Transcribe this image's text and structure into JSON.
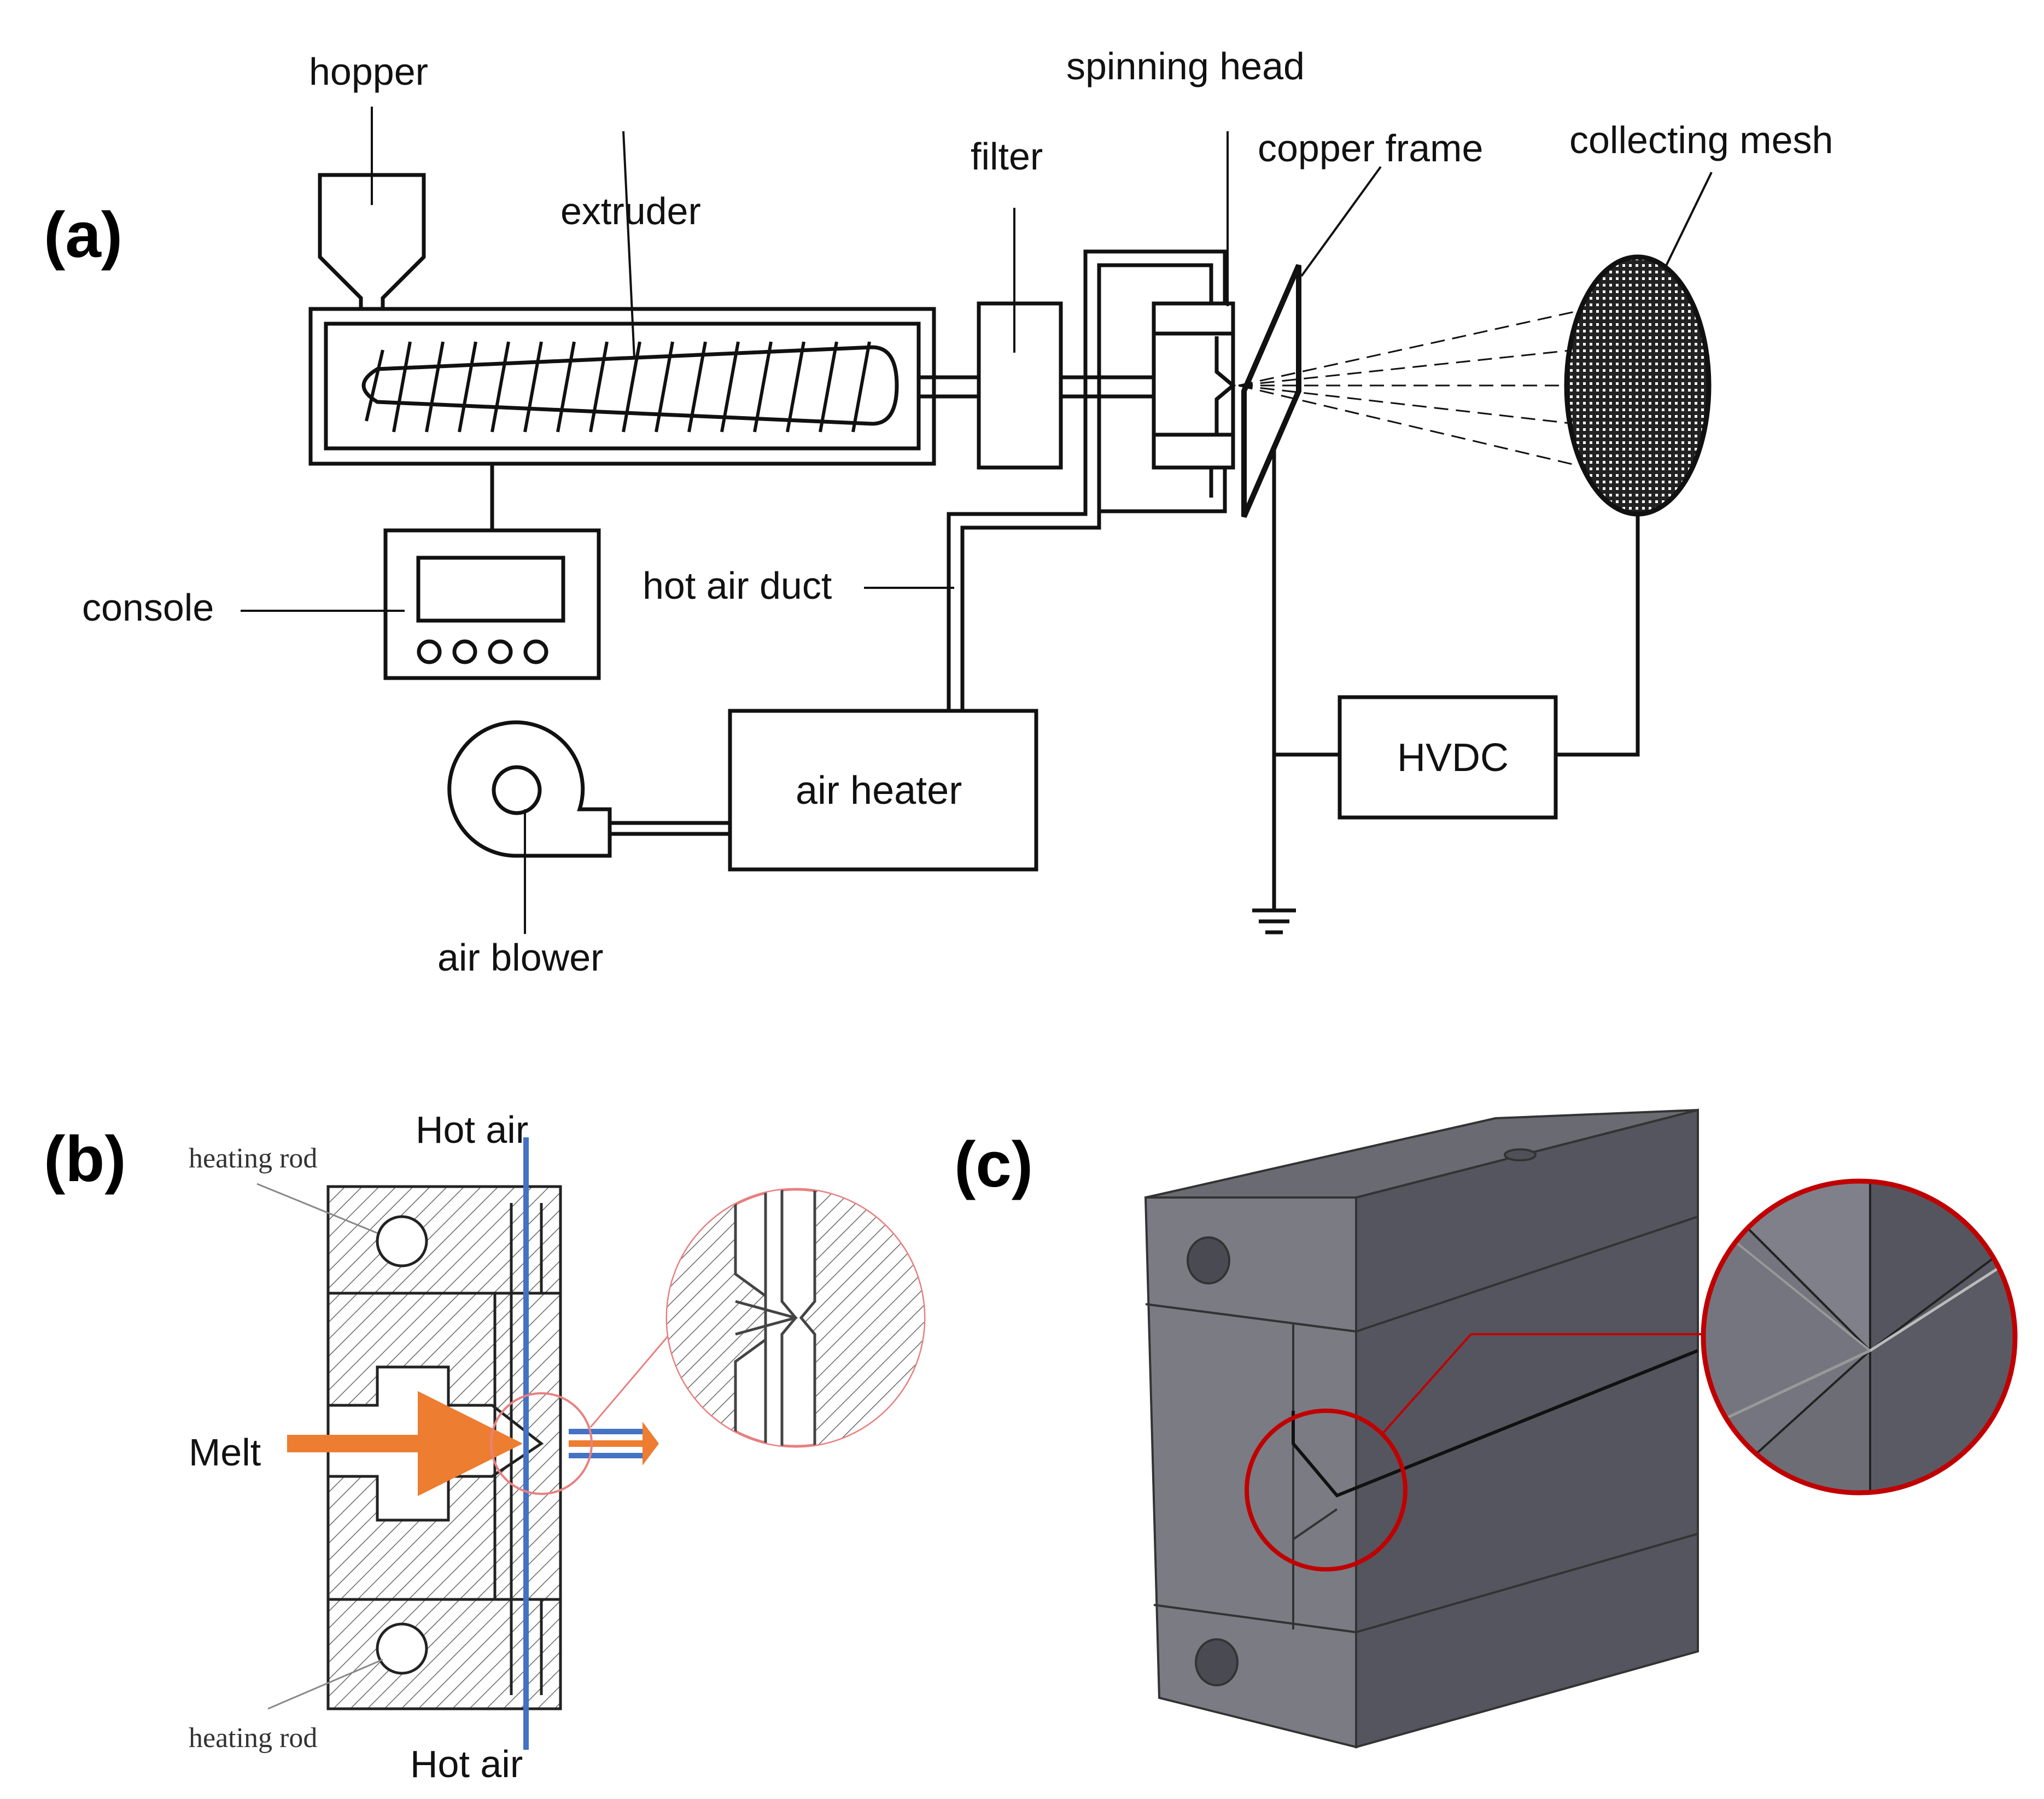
{
  "panels": {
    "a": "(a)",
    "b": "(b)",
    "c": "(c)"
  },
  "labels_a": {
    "hopper": "hopper",
    "extruder": "extruder",
    "filter": "filter",
    "spinning_head": "spinning head",
    "copper_frame": "copper frame",
    "collecting_mesh": "collecting mesh",
    "console": "console",
    "hot_air_duct": "hot air duct",
    "air_heater": "air heater",
    "air_blower": "air blower",
    "hvdc": "HVDC"
  },
  "labels_b": {
    "hot_air_top": "Hot air",
    "heating_rod_top": "heating rod",
    "melt": "Melt",
    "heating_rod_bottom": "heating rod",
    "hot_air_bottom": "Hot air"
  },
  "colors": {
    "melt_arrow": "#ED7D31",
    "hot_air_line": "#4472C4",
    "zoom_circle_b": "#E88080",
    "zoom_circle_c": "#C00000",
    "block_front": "#7b7b83",
    "block_side": "#55555f",
    "block_top": "#6a6a72"
  }
}
